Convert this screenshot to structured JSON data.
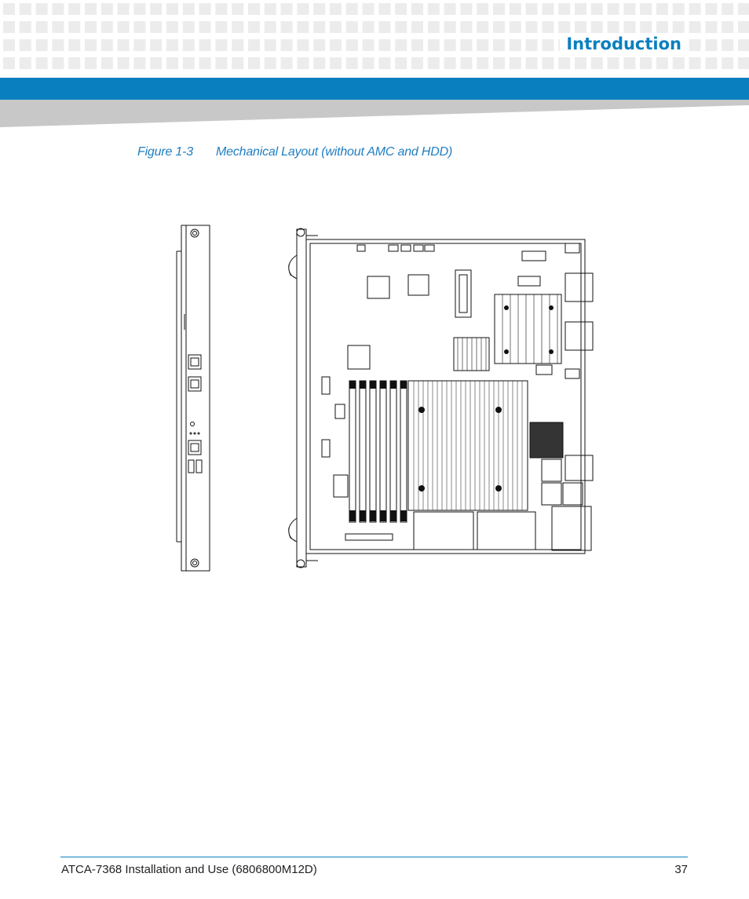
{
  "header": {
    "chapter_title": "Introduction",
    "accent_color": "#0a7fc0"
  },
  "figure": {
    "number": "Figure 1-3",
    "title": "Mechanical Layout (without AMC and HDD)",
    "icon": "pcb-board-drawing"
  },
  "footer": {
    "document_title": "ATCA-7368 Installation and Use (6806800M12D)",
    "page_number": "37"
  }
}
